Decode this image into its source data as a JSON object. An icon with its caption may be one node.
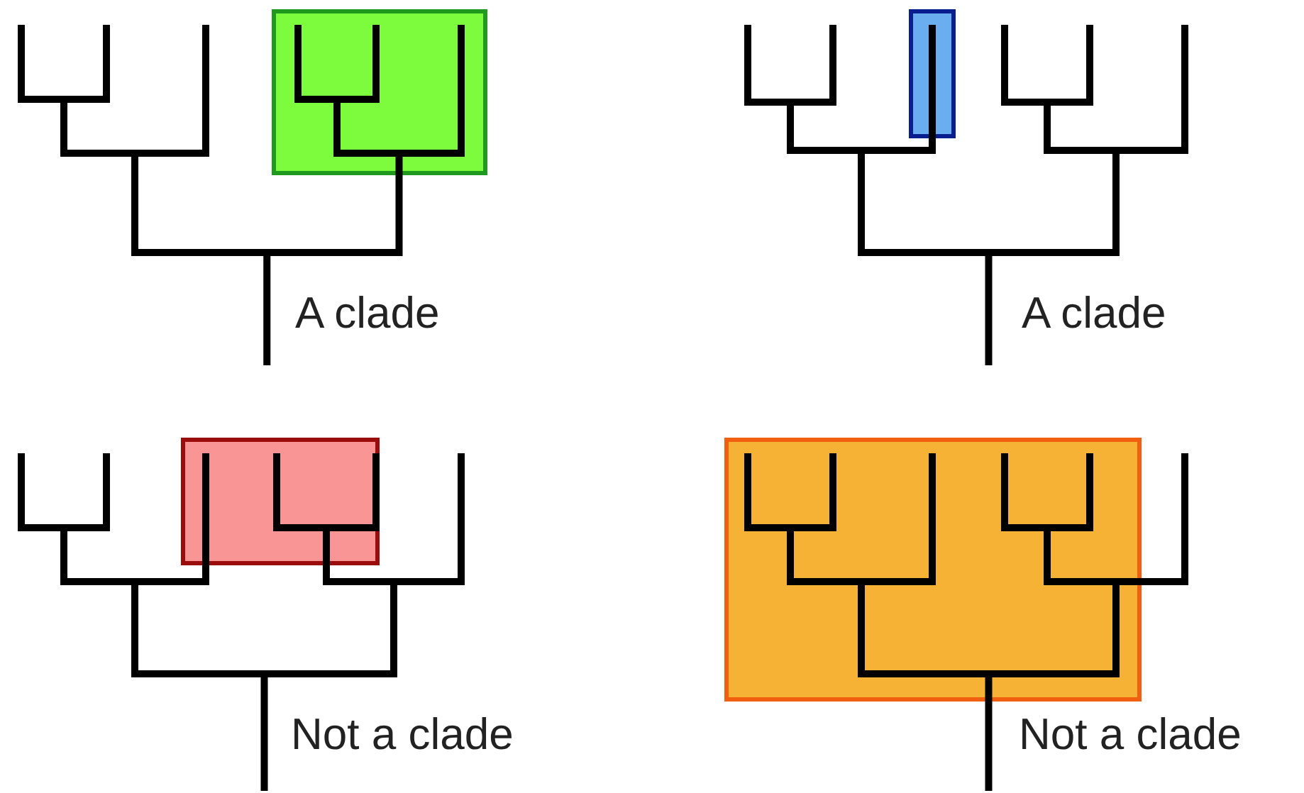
{
  "diagram": {
    "labels": [
      "A clade",
      "A clade",
      "Not a clade",
      "Not a clade"
    ]
  }
}
